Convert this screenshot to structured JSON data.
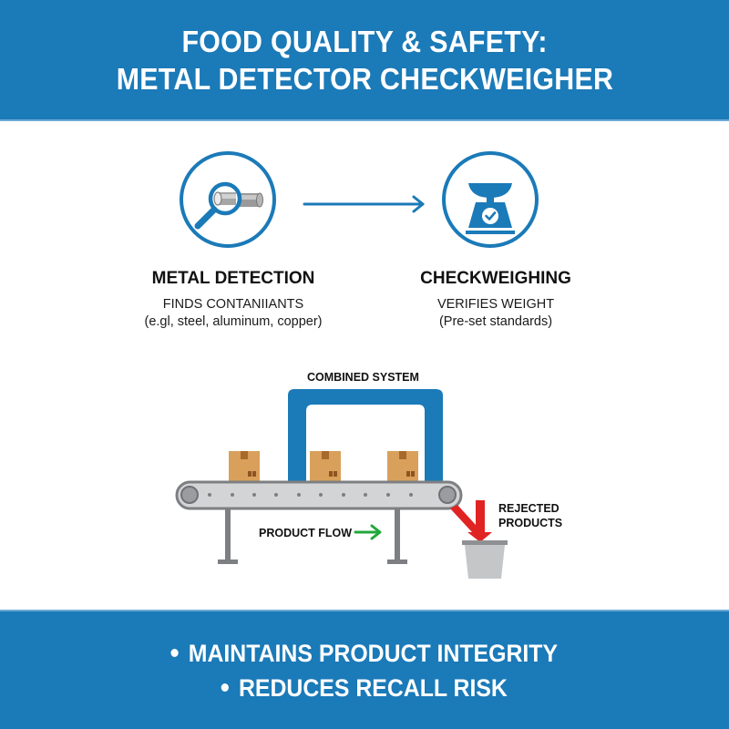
{
  "header": {
    "title_line1": "FOOD QUALITY & SAFETY:",
    "title_line2": "METAL DETECTOR CHECKWEIGHER"
  },
  "features": [
    {
      "icon": "magnifier-metal-icon",
      "title": "METAL DETECTION",
      "subtitle": "FINDS CONTANIIANTS",
      "detail": "(e.gl, steel, aluminum, copper)"
    },
    {
      "icon": "scale-check-icon",
      "title": "CHECKWEIGHING",
      "subtitle": "VERIFIES WEIGHT",
      "detail": "(Pre-set standards)"
    }
  ],
  "diagram": {
    "system_label": "COMBINED SYSTEM",
    "flow_label": "PRODUCT FLOW",
    "reject_label_line1": "REJECTED",
    "reject_label_line2": "PRODUCTS",
    "boxes_count": 3
  },
  "footer": {
    "bullets": [
      "MAINTAINS PRODUCT INTEGRITY",
      "REDUCES RECALL RISK"
    ]
  },
  "colors": {
    "brand_blue": "#1b7ab8",
    "box_tan": "#d9a05b",
    "box_tape": "#a8692c",
    "conveyor_gray": "#c9c9c9",
    "flow_green": "#22a83a",
    "reject_red": "#e02424",
    "bin_gray": "#c4c6c8"
  }
}
